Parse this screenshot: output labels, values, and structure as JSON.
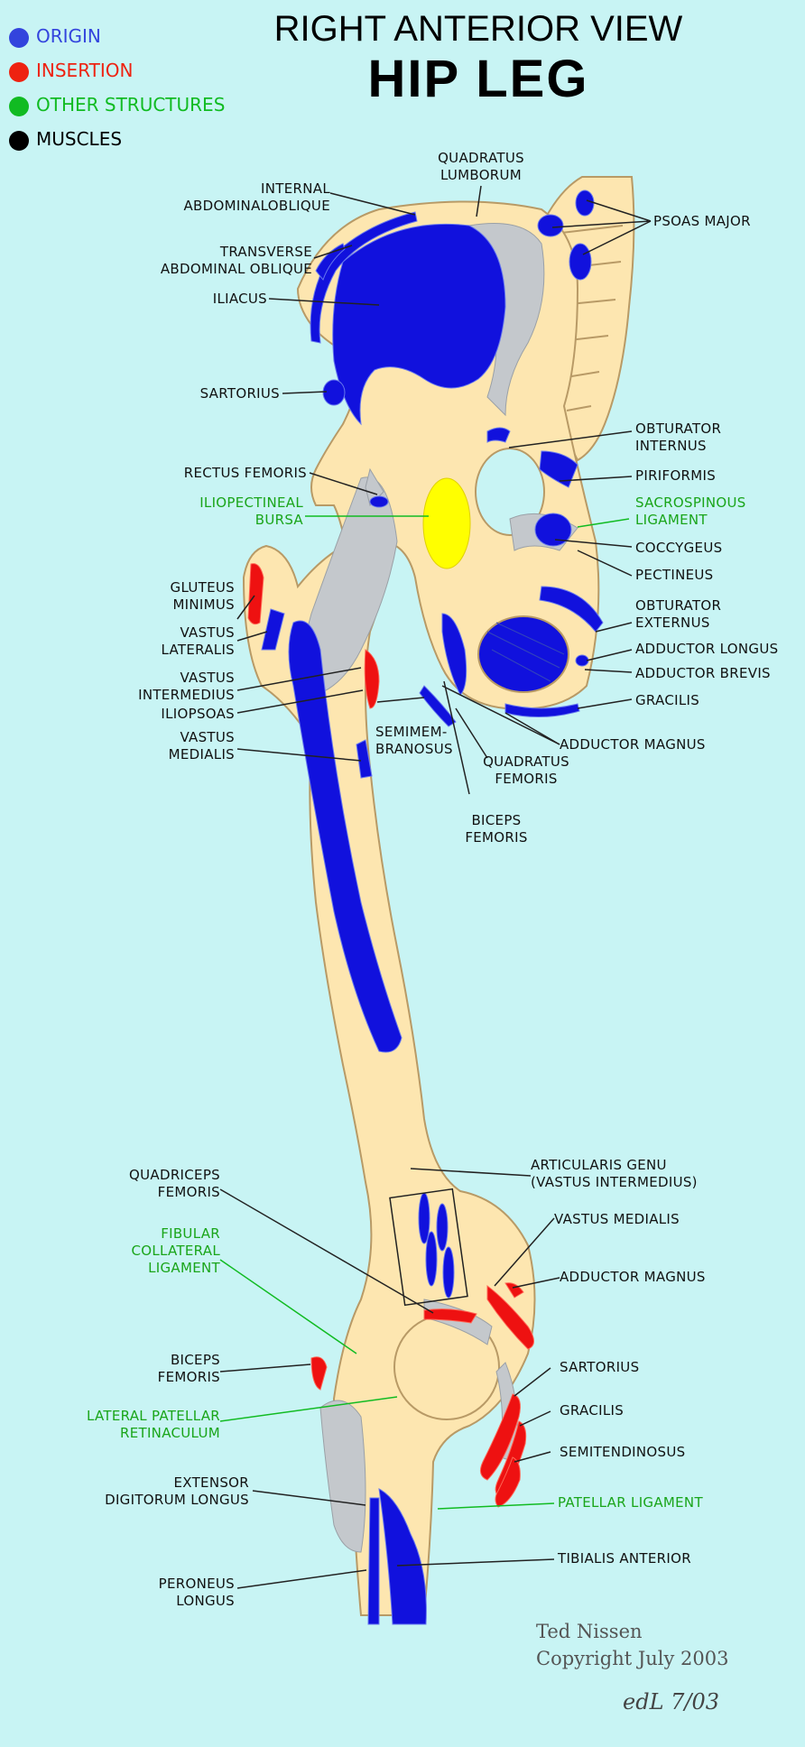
{
  "title": {
    "line1": "RIGHT ANTERIOR VIEW",
    "line2": "HIP LEG"
  },
  "legend": [
    {
      "label": "ORIGIN",
      "color": "#3344dd"
    },
    {
      "label": "INSERTION",
      "color": "#ee2211"
    },
    {
      "label": "OTHER STRUCTURES",
      "color": "#11bb22"
    },
    {
      "label": "MUSCLES",
      "color": "#000000"
    }
  ],
  "labels": {
    "quadratus_lumborum": "QUADRATUS\nLUMBORUM",
    "internal_abdominal_oblique": "INTERNAL\nABDOMINALOBLIQUE",
    "transverse_abdominal_oblique": "TRANSVERSE\nABDOMINAL OBLIQUE",
    "iliacus": "ILIACUS",
    "psoas_major": "PSOAS MAJOR",
    "sartorius_hip": "SARTORIUS",
    "obturator_internus": "OBTURATOR\nINTERNUS",
    "piriformis": "PIRIFORMIS",
    "rectus_femoris": "RECTUS FEMORIS",
    "sacrospinous_ligament": "SACROSPINOUS\nLIGAMENT",
    "iliopectineal_bursa": "ILIOPECTINEAL\nBURSA",
    "coccygeus": "COCCYGEUS",
    "pectineus": "PECTINEUS",
    "gluteus_minimus": "GLUTEUS\nMINIMUS",
    "obturator_externus": "OBTURATOR\nEXTERNUS",
    "vastus_lateralis": "VASTUS\nLATERALIS",
    "adductor_longus": "ADDUCTOR LONGUS",
    "vastus_intermedius": "VASTUS\nINTERMEDIUS",
    "adductor_brevis": "ADDUCTOR BREVIS",
    "gracilis_hip": "GRACILIS",
    "iliopsoas": "ILIOPSOAS",
    "semimembranosus": "SEMIMEM-\nBRANOSUS",
    "vastus_medialis_hip": "VASTUS\nMEDIALIS",
    "adductor_magnus_hip": "ADDUCTOR MAGNUS",
    "quadratus_femoris": "QUADRATUS\nFEMORIS",
    "biceps_femoris_hip": "BICEPS\nFEMORIS",
    "articularis_genu": "ARTICULARIS GENU\n(VASTUS INTERMEDIUS)",
    "quadriceps_femoris": "QUADRICEPS\nFEMORIS",
    "vastus_medialis_knee": "VASTUS MEDIALIS",
    "fibular_collateral_ligament": "FIBULAR\nCOLLATERAL\nLIGAMENT",
    "adductor_magnus_knee": "ADDUCTOR MAGNUS",
    "biceps_femoris_knee": "BICEPS\nFEMORIS",
    "sartorius_knee": "SARTORIUS",
    "lateral_patellar_retinaculum": "LATERAL PATELLAR\nRETINACULUM",
    "gracilis_knee": "GRACILIS",
    "semitendinosus": "SEMITENDINOSUS",
    "extensor_digitorum_longus": "EXTENSOR\nDIGITORUM LONGUS",
    "patellar_ligament": "PATELLAR LIGAMENT",
    "tibialis_anterior": "TIBIALIS ANTERIOR",
    "peroneus_longus": "PERONEUS\nLONGUS"
  },
  "credit": {
    "author": "Ted Nissen",
    "copyright": "Copyright July 2003",
    "signature": "edL 7/03"
  },
  "colors": {
    "background": "#c8f4f4",
    "bone": "#fde6b0",
    "bone_outline": "#b89a66",
    "origin": "#1111dd",
    "insertion": "#ee1111",
    "other": "#11bb22",
    "ligament": "#c4c8cc",
    "bursa": "#ffff00"
  }
}
